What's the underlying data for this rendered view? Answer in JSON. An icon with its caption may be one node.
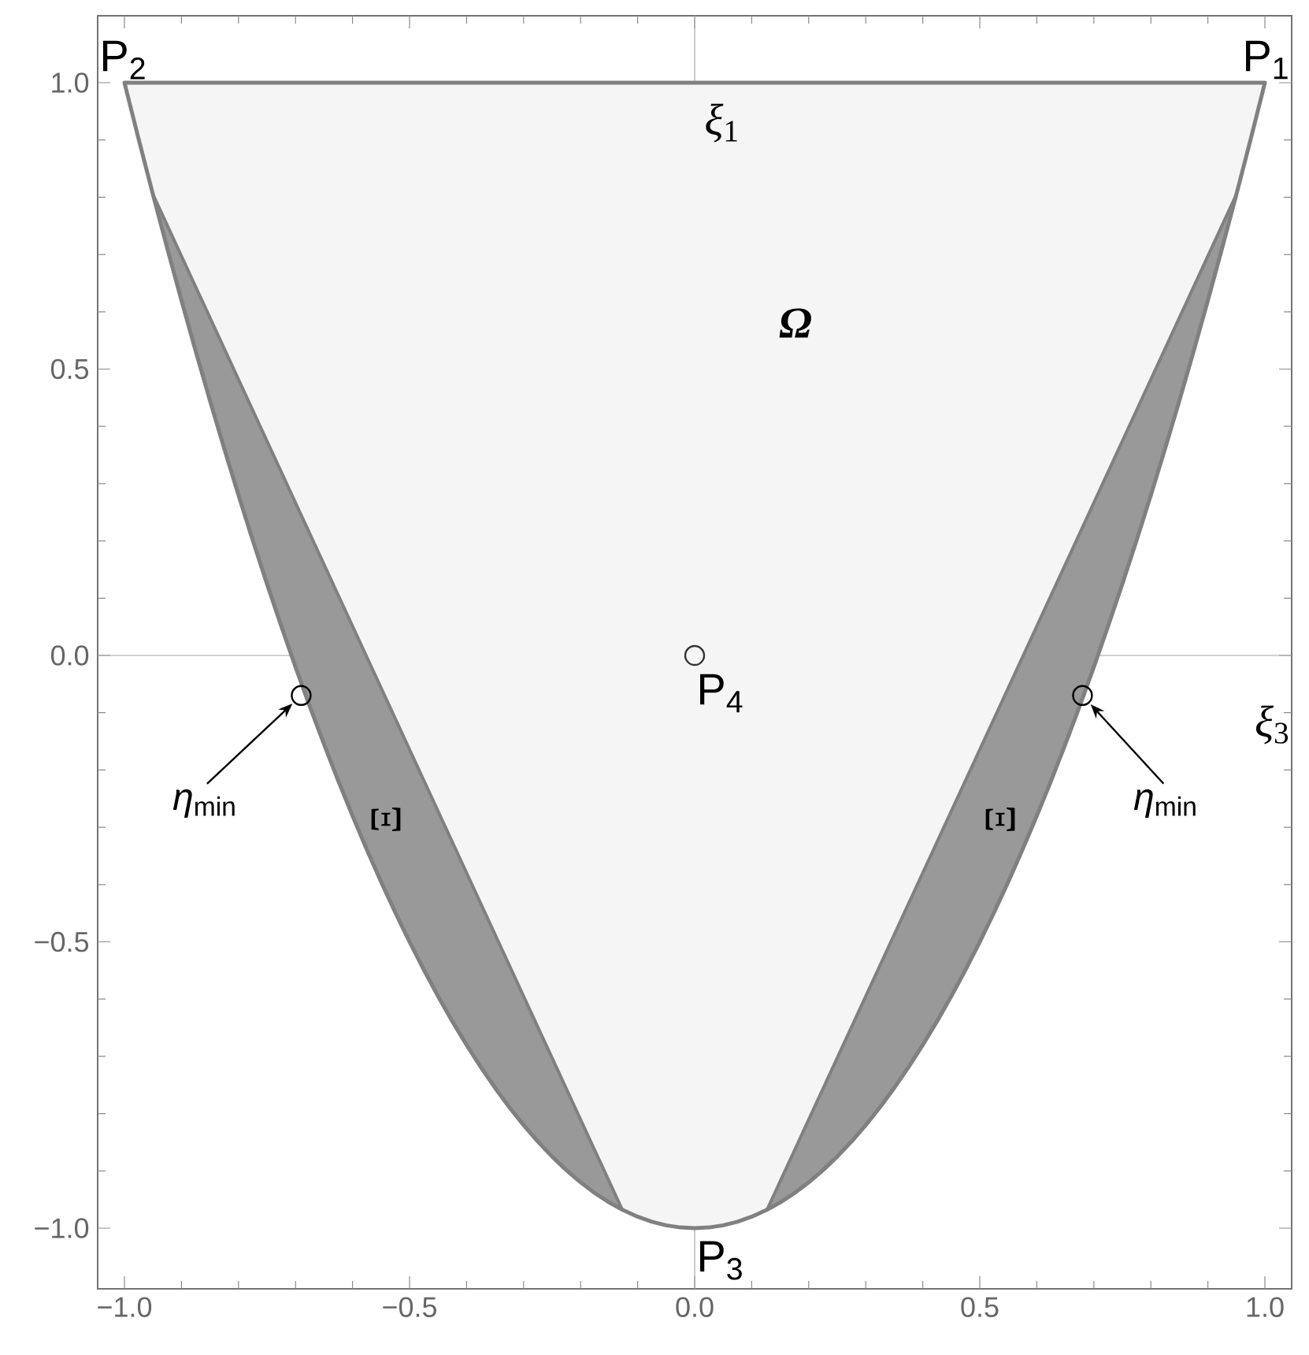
{
  "diagram": {
    "nodes": [
      {
        "text": [
          "*η*$_{min}$"
        ]
      },
      {
        "text": [],
        "shape": "circle"
      },
      {
        "text": [
          "*η*$_{min}$"
        ]
      },
      {
        "text": [],
        "shape": "circle"
      }
    ],
    "edges": [
      {
        "from": 0,
        "to": 1,
        "arrow": "to"
      },
      {
        "from": 2,
        "to": 3,
        "arrow": "to"
      }
    ],
    "labels": [
      "P$_{2}$",
      "P$_{1}$",
      "*ξ*$_{1}$",
      "Ω",
      "P$_{4}$",
      "*ξ*$_{3}$",
      "Ξ",
      "Ξ",
      "P$_{3}$",
      "1.0",
      "0.5",
      "0.0",
      "−0.5",
      "−1.0",
      "−1.0",
      "−0.5",
      "0.0",
      "0.5",
      "1.0"
    ]
  }
}
